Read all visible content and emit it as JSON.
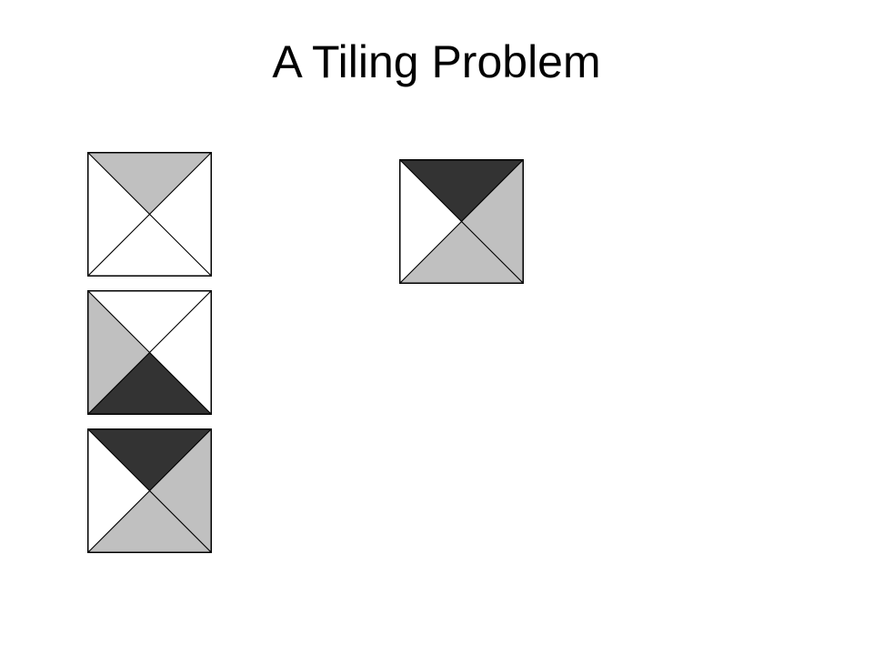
{
  "slide": {
    "title": "A Tiling Problem"
  },
  "colors": {
    "white": "#ffffff",
    "light_gray": "#c0c0c0",
    "dark_gray": "#333333",
    "outline": "#000000"
  },
  "tiles": [
    {
      "name": "tile-1",
      "top": "light_gray",
      "right": "white",
      "bottom": "white",
      "left": "white"
    },
    {
      "name": "tile-2",
      "top": "white",
      "right": "white",
      "bottom": "dark_gray",
      "left": "light_gray"
    },
    {
      "name": "tile-3",
      "top": "dark_gray",
      "right": "light_gray",
      "bottom": "light_gray",
      "left": "white"
    },
    {
      "name": "tile-4",
      "top": "dark_gray",
      "right": "light_gray",
      "bottom": "light_gray",
      "left": "white"
    }
  ]
}
